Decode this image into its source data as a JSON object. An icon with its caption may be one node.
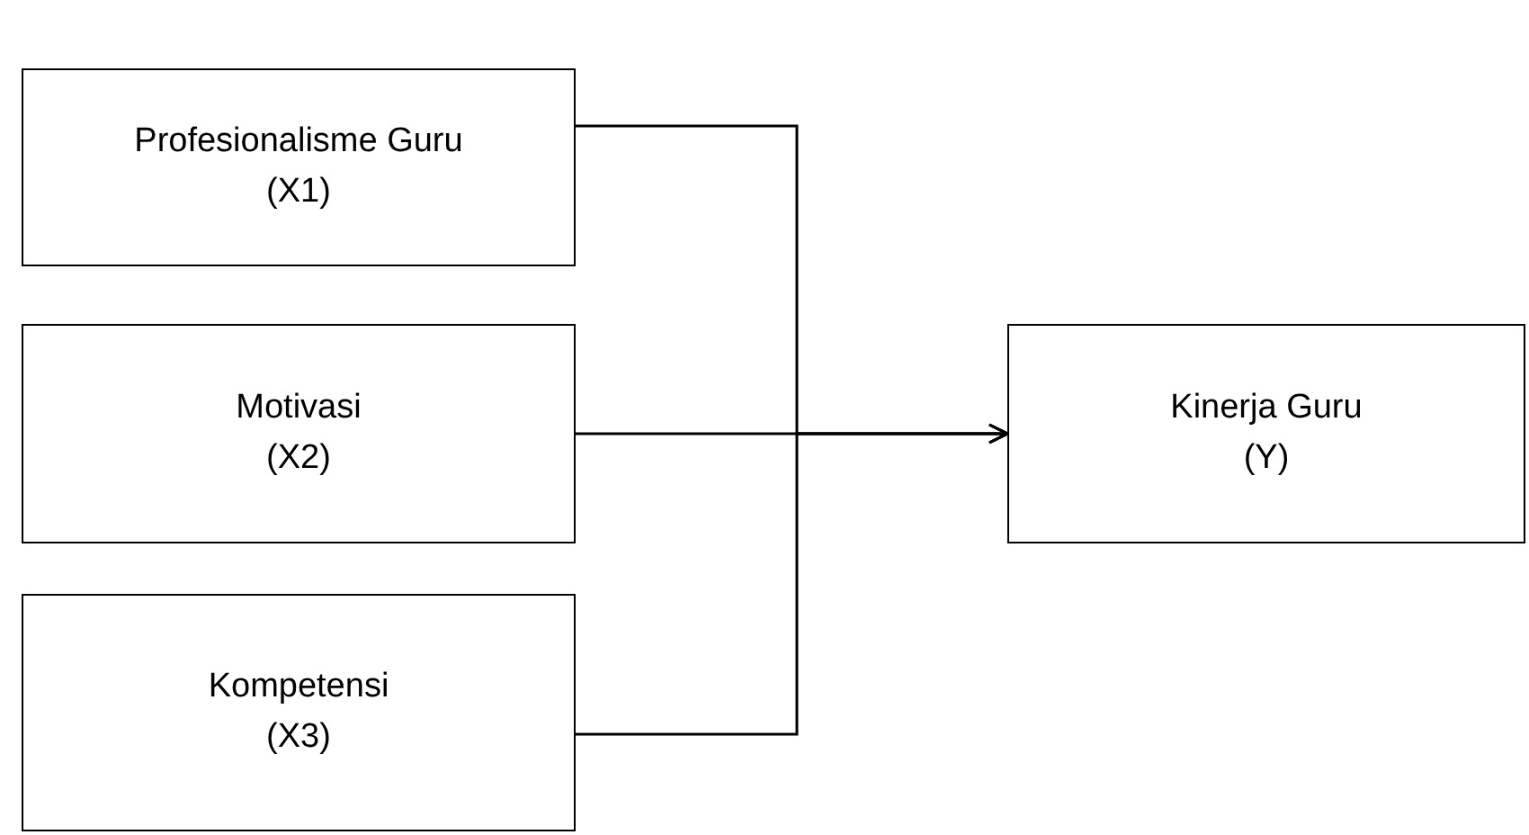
{
  "diagram": {
    "nodes": [
      {
        "text": [
          "Profesionalisme Guru",
          "(X1)"
        ]
      },
      {
        "text": [
          "Motivasi",
          "(X2)"
        ]
      },
      {
        "text": [
          "Kompetensi",
          "(X3)"
        ]
      },
      {
        "text": [
          "Kinerja Guru",
          "(Y)"
        ]
      }
    ],
    "edges": [
      {
        "from": 0,
        "to": 3,
        "arrow": "to"
      },
      {
        "from": 1,
        "to": 3,
        "arrow": "to"
      },
      {
        "from": 2,
        "to": 3,
        "arrow": "to"
      }
    ]
  }
}
